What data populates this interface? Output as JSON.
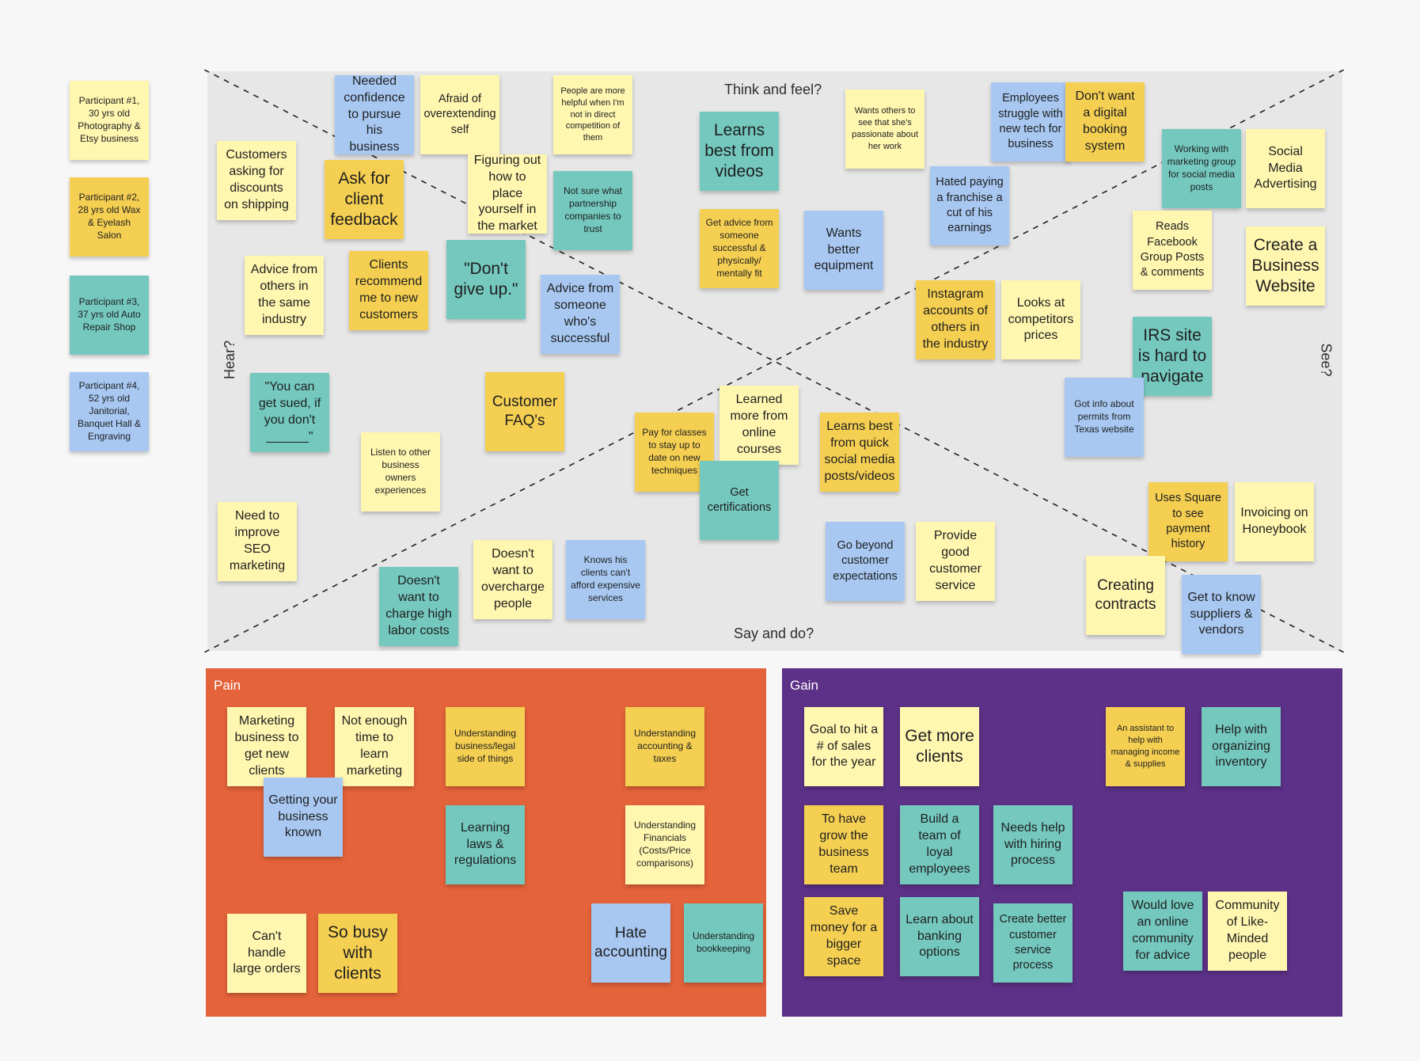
{
  "quadrants": {
    "think_feel": "Think and feel?",
    "say_do": "Say and do?",
    "hear": "Hear?",
    "see": "See?"
  },
  "frames": {
    "pain": "Pain",
    "gain": "Gain"
  },
  "participants": [
    "Participant #1, 30 yrs old Photography & Etsy business",
    "Participant #2, 28 yrs old Wax & Eyelash Salon",
    "Participant #3, 37 yrs old Auto Repair Shop",
    "Participant #4, 52 yrs old Janitorial, Banquet Hall & Engraving"
  ],
  "empathy_notes": [
    "Needed confidence to pursue his business",
    "Afraid of overextending self",
    "People are more helpful when I'm not in direct competition of them",
    "Customers asking for discounts on shipping",
    "Ask for client feedback",
    "Figuring out how to place yourself in the market",
    "Not sure what partnership companies to trust",
    "Learns best from videos",
    "Wants others to see that she's passionate about her work",
    "Employees struggle with new tech for business",
    "Don't want a digital booking system",
    "Working with marketing group for social media posts",
    "Social Media Advertising",
    "Hated paying a franchise a cut of his earnings",
    "Get advice from someone successful & physically/ mentally fit",
    "Wants better equipment",
    "Reads Facebook Group Posts & comments",
    "Create a Business Website",
    "Advice from others in the same industry",
    "Clients recommend me to new customers",
    "\"Don't give up.\"",
    "Advice from someone who's successful",
    "Instagram accounts of others in the industry",
    "Looks at competitors prices",
    "IRS site is hard to navigate",
    "\"You can get sued, if you don't ______\"",
    "Customer FAQ's",
    "Learned more from online courses",
    "Pay for classes to stay up to date on new techniques",
    "Learns best from quick social media posts/videos",
    "Got info about permits from Texas website",
    "Listen to other business owners experiences",
    "Get certifications",
    "Need to improve SEO marketing",
    "Uses Square to see payment history",
    "Invoicing on Honeybook",
    "Doesn't want to overcharge people",
    "Knows his clients can't afford expensive services",
    "Go beyond customer expectations",
    "Provide good customer service",
    "Doesn't want to charge high labor costs",
    "Creating contracts",
    "Get to know suppliers & vendors"
  ],
  "pain_notes": [
    "Marketing business to get new clients",
    "Not enough time to learn marketing",
    "Understanding business/legal side of things",
    "Understanding accounting & taxes",
    "Getting your business known",
    "Learning laws & regulations",
    "Understanding Financials (Costs/Price comparisons)",
    "Can't handle large orders",
    "So busy with clients",
    "Hate accounting",
    "Understanding bookkeeping"
  ],
  "gain_notes": [
    "Goal to hit a # of sales for the year",
    "Get more clients",
    "An assistant to help with managing income & supplies",
    "Help with organizing inventory",
    "To have grow the business team",
    "Build a team of loyal employees",
    "Needs help with hiring process",
    "Save money for a bigger space",
    "Learn about banking options",
    "Create better customer service process",
    "Would love an online community for advice",
    "Community of Like-Minded people"
  ],
  "colors": {
    "yellow_light": "#fff6b0",
    "yellow_dark": "#f5cf52",
    "teal": "#74c8be",
    "blue": "#a8c8f2",
    "pain_bg": "#e4633a",
    "gain_bg": "#5c3187",
    "board_bg": "#e7e7e7"
  }
}
